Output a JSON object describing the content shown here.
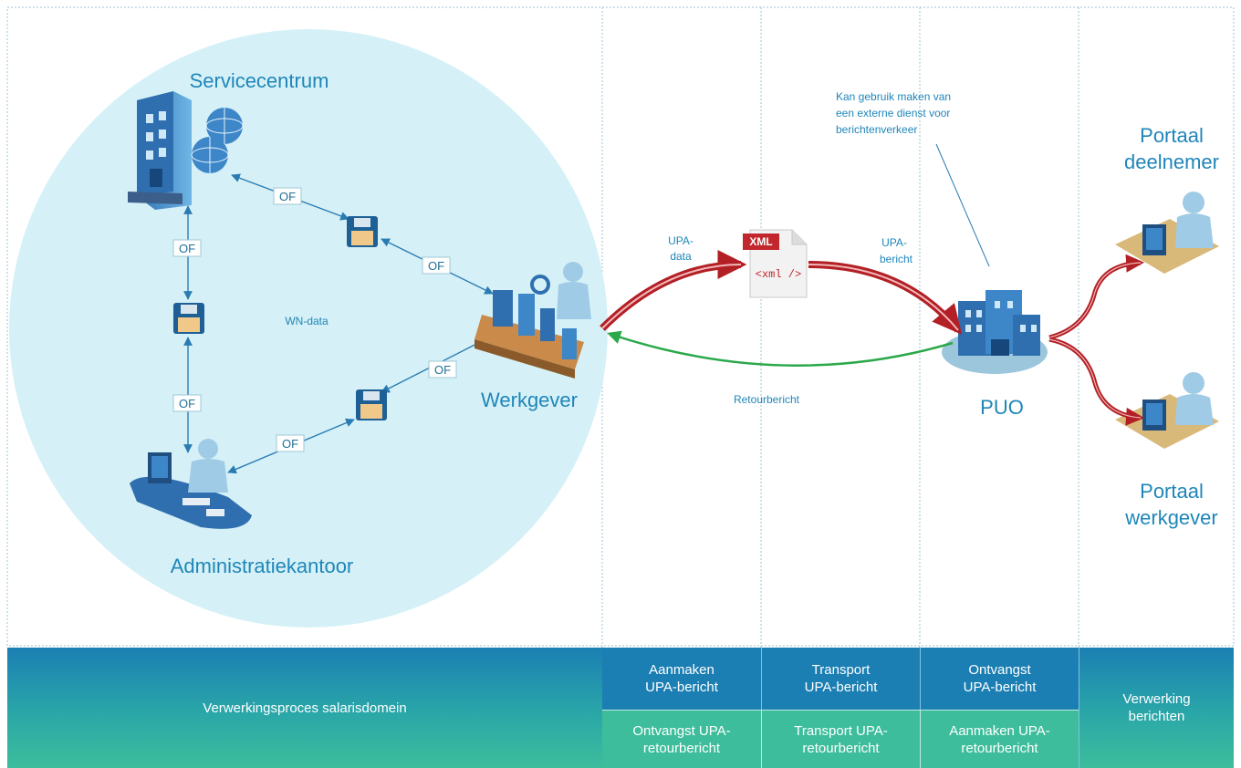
{
  "nodes": {
    "servicecentrum": "Servicecentrum",
    "werkgever": "Werkgever",
    "administratiekantoor": "Administratiekantoor",
    "puo": "PUO",
    "portaal_deelnemer": [
      "Portaal",
      "deelnemer"
    ],
    "portaal_werkgever": [
      "Portaal",
      "werkgever"
    ],
    "wn_data": "WN-data",
    "xml_badge": "XML",
    "xml_tag": "<xml />"
  },
  "edges": {
    "of_label": "OF",
    "upa_data": [
      "UPA-",
      "data"
    ],
    "upa_bericht": [
      "UPA-",
      "bericht"
    ],
    "retourbericht": "Retourbericht"
  },
  "annotation": [
    "Kan gebruik maken van",
    "een externe dienst voor",
    "berichtenverkeer"
  ],
  "bottom_band": {
    "salarisdomein": "Verwerkingsproces salarisdomein",
    "aanmaken_top": "Aanmaken\nUPA-bericht",
    "transport_top": "Transport\nUPA-bericht",
    "ontvangst_top": "Ontvangst\nUPA-bericht",
    "ontvangst_bottom": "Ontvangst UPA-\nretourbericht",
    "transport_bottom": "Transport UPA-\nretourbericht",
    "aanmaken_bottom": "Aanmaken UPA-\nretourbericht",
    "verwerking": "Verwerking\nberichten"
  },
  "colors": {
    "circle": "#d5f1f7",
    "band_top": "#1b7fb3",
    "band_bottom": "#3dbd9c",
    "arrow_red": "#b21f24",
    "arrow_green": "#2aa84a",
    "connector_blue": "#2b7bb3"
  }
}
